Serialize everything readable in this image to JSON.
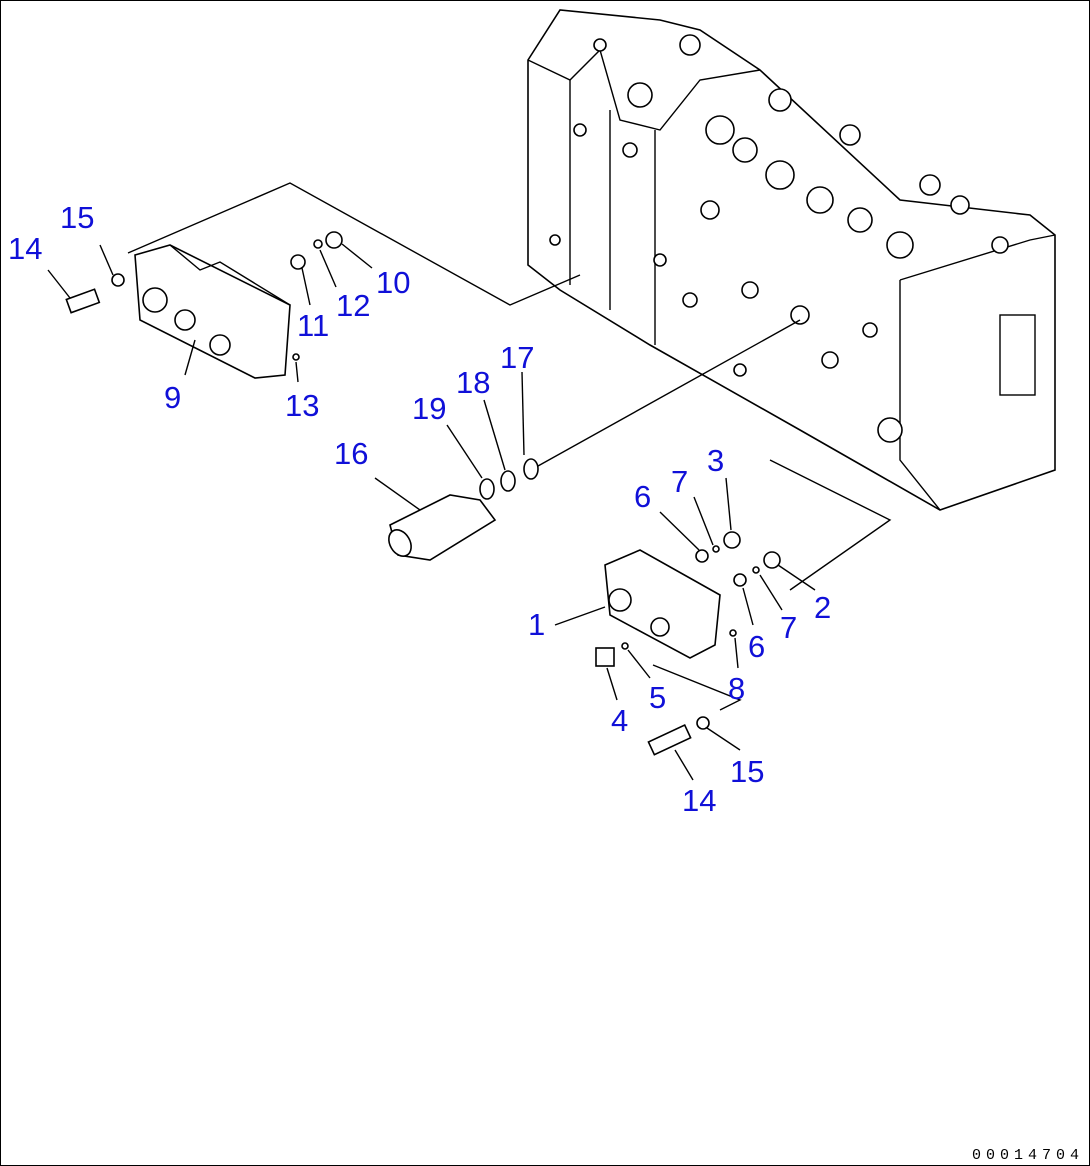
{
  "diagram": {
    "labels": [
      "14",
      "15",
      "10",
      "12",
      "11",
      "9",
      "13",
      "17",
      "18",
      "19",
      "16",
      "3",
      "7",
      "6",
      "2",
      "7",
      "6",
      "1",
      "8",
      "5",
      "4",
      "15",
      "14"
    ],
    "drawing_code": "00014704",
    "label_color": "#1010d8"
  }
}
